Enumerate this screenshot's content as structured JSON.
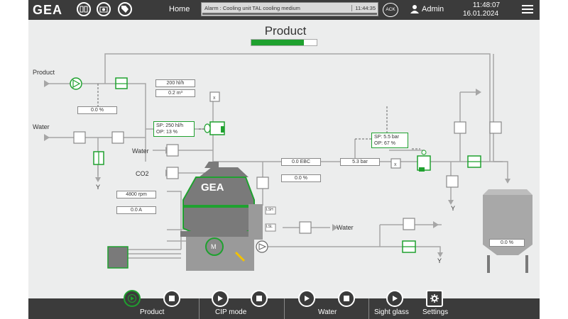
{
  "topbar": {
    "logo": "GEA",
    "home_label": "Home",
    "alarm_text": "Alarm : Cooling unit TAL cooling medium",
    "alarm_time": "11:44:35",
    "ack_label": "ACK",
    "user_label": "Admin",
    "time": "11:48:07",
    "date": "16.01.2024",
    "icons": [
      "transfer-icon",
      "machine-icon",
      "tag-icon",
      "user-icon",
      "hamburger-menu-icon"
    ]
  },
  "page": {
    "title": "Product",
    "progress": 0.8
  },
  "labels": {
    "product_in": "Product",
    "water_in": "Water",
    "water_small": "Water",
    "co2": "CO2",
    "water_right": "Water",
    "y1": "Y",
    "y2": "Y",
    "y3": "Y",
    "lsh": "LSH",
    "lsl": "LSL",
    "separator_logo": "GEA",
    "motor": "M"
  },
  "values": {
    "product_pct": "0.0 %",
    "flow_setpoint": "200 hl/h",
    "volume": "0.2 m³",
    "flow_sp": "SP: 250 hl/h",
    "flow_op": "OP: 13 %",
    "ebc": "0.0 EBC",
    "ebc_pct": "0.0 %",
    "pressure": "5.3 bar",
    "press_sp": "SP: 5.5 bar",
    "press_op": "OP: 67 %",
    "rpm": "4800 rpm",
    "current": "0.0 A",
    "tank_pct": "0.0 %",
    "x_label": "x"
  },
  "bottombar": {
    "groups": [
      {
        "label": "Product",
        "active": true
      },
      {
        "label": "CIP mode",
        "active": false
      },
      {
        "label": "Water",
        "active": false
      },
      {
        "label": "Sight glass",
        "active": false
      },
      {
        "label": "Settings",
        "active": false
      }
    ]
  },
  "colors": {
    "active_green": "#1fa12f",
    "bar_dark": "#3b3b3b",
    "pipe_gray": "#a6a6a6",
    "background": "#eceded"
  }
}
